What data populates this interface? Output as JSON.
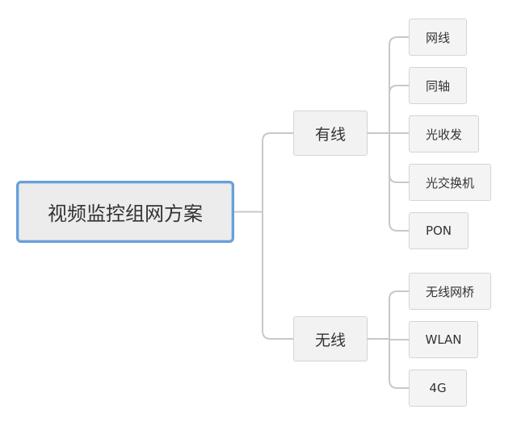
{
  "root": {
    "label": "视频监控组网方案"
  },
  "branches": [
    {
      "label": "有线",
      "children": [
        "网线",
        "同轴",
        "光收发",
        "光交换机",
        "PON"
      ]
    },
    {
      "label": "无线",
      "children": [
        "无线网桥",
        "WLAN",
        "4G"
      ]
    }
  ],
  "colors": {
    "connector": "#c8c8c8",
    "root_border": "#6a9fd8",
    "node_fill": "#f4f4f4",
    "node_border": "#d4d4d4",
    "text": "#333333"
  }
}
